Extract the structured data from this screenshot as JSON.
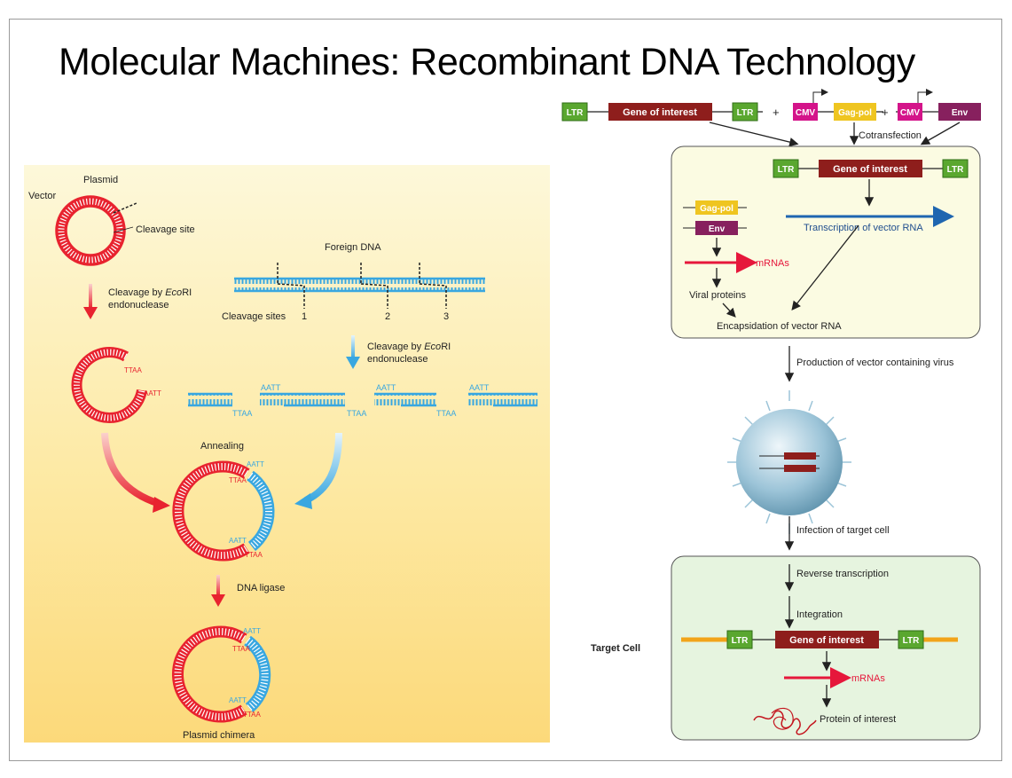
{
  "title": "Molecular Machines: Recombinant DNA Technology",
  "left_panel": {
    "vector": "Vector",
    "plasmid": "Plasmid",
    "cleavage_site": "Cleavage site",
    "foreign_dna": "Foreign DNA",
    "cleavage_sites": "Cleavage sites",
    "site_1": "1",
    "site_2": "2",
    "site_3": "3",
    "cleavage_plasmid_a": "Cleavage by ",
    "cleavage_plasmid_b": "Eco",
    "cleavage_plasmid_c": "RI",
    "cleavage_plasmid_d": "endonuclease",
    "cleavage_foreign_a": "Cleavage by ",
    "cleavage_foreign_b": "Eco",
    "cleavage_foreign_c": "RI",
    "cleavage_foreign_d": "endonuclease",
    "annealing": "Annealing",
    "dna_ligase": "DNA ligase",
    "plasmid_chimera": "Plasmid chimera",
    "sticky_aatt": "AATT",
    "sticky_ttaa": "TTAA"
  },
  "right_panel": {
    "ltr": "LTR",
    "gene_of_interest": "Gene of interest",
    "plus": "+",
    "cmv": "CMV",
    "gag_pol": "Gag-pol",
    "env": "Env",
    "cotransfection": "Cotransfection",
    "transcription": "Transcription of vector RNA",
    "mrnas": "mRNAs",
    "viral_proteins": "Viral proteins",
    "encapsidation": "Encapsidation of vector RNA",
    "production": "Production of vector containing virus",
    "infection": "Infection of target cell",
    "reverse_transcription": "Reverse transcription",
    "integration": "Integration",
    "target_cell": "Target Cell",
    "protein_of_interest": "Protein of interest"
  },
  "colors": {
    "plasmid_red": "#e8232f",
    "foreign_blue": "#39a7e0",
    "ltr_green": "#5aa72f",
    "gene_maroon": "#8e1e1c",
    "cmv_magenta": "#d4148a",
    "gagpol_yellow": "#efc520",
    "env_purple": "#87205e",
    "transcription_blue": "#1f66b0",
    "mrna_red": "#e6173b",
    "host_orange": "#f2a41a",
    "box_yellow": "#fbfbe2",
    "box_green": "#e6f4df"
  }
}
